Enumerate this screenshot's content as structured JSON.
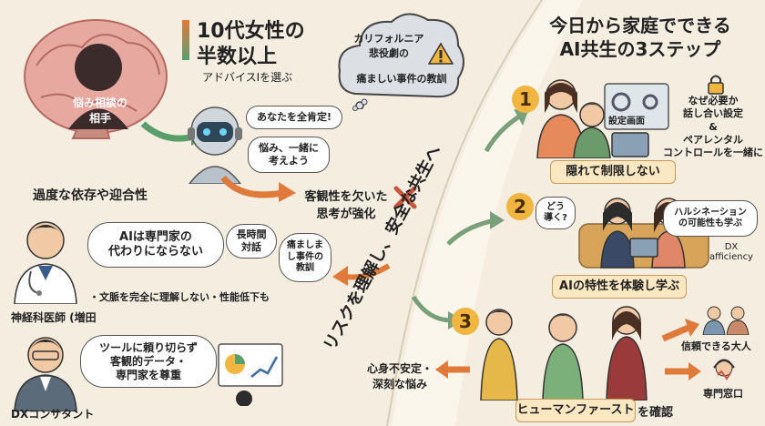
{
  "left": {
    "headline_line1": "10代女性の",
    "headline_line2": "半数以上",
    "headline_sub": "アドバイスIを選ぶ",
    "brain_label": "悩み相談の\n相手",
    "bubble_affirm": "あなたを全肯定!",
    "bubble_together": "悩み、一緒に\n考えよう",
    "dependency": "過度な依存や迎合性",
    "objectivity": "客観性を欠いた\n思考が強化",
    "cloud_title": "カリフォルニア\n悲役劇の",
    "cloud_sub": "痛ましい事件の教訓",
    "doctor_bubble": "AIは専門家の\n代わりにならない",
    "long_talk": "長時間\n対話",
    "tragic": "痛ましま\nし事件の\n教訓",
    "limits": "・文脈を完全に理解しない・性能低下も",
    "doctor_name": "神経科医師 (増田",
    "dx_bubble": "ツールに頼り切らず\n客観的データ・\n専門家を尊重",
    "dx_name": "DXコンサタント"
  },
  "center": {
    "diagonal_text": "リスクを理解し、安全な共生へ"
  },
  "right": {
    "title_line1": "今日から家庭でできる",
    "title_line2": "AI共生の3ステップ",
    "step1_num": "1",
    "step1_screen": "設定画面",
    "step1_note": "なぜ必要か\n話し合い設定\n&\nペアレンタル\nコントロールを一緒に",
    "step1_ribbon": "隠れて制限しない",
    "step2_num": "2",
    "step2_bubble_left": "どう\n導く?",
    "step2_bubble_right": "ハルシネーション\nの可能性も学ぶ",
    "step2_dx": "DX\nafficiency",
    "step2_ribbon": "AIの特性を体験し学ぶ",
    "step3_num": "3",
    "step3_left": "心身不安定・\n深刻な悩み",
    "step3_adult": "信頼できる大人",
    "step3_window": "専門窓口",
    "step3_ribbon": "ヒューマンファースト",
    "step3_suffix": "を確認"
  },
  "colors": {
    "background": "#f4ede0",
    "accent_orange": "#e07a3a",
    "accent_green": "#5a9e6e",
    "step_gold": "#f0b640",
    "warning_red": "#c8553d"
  }
}
